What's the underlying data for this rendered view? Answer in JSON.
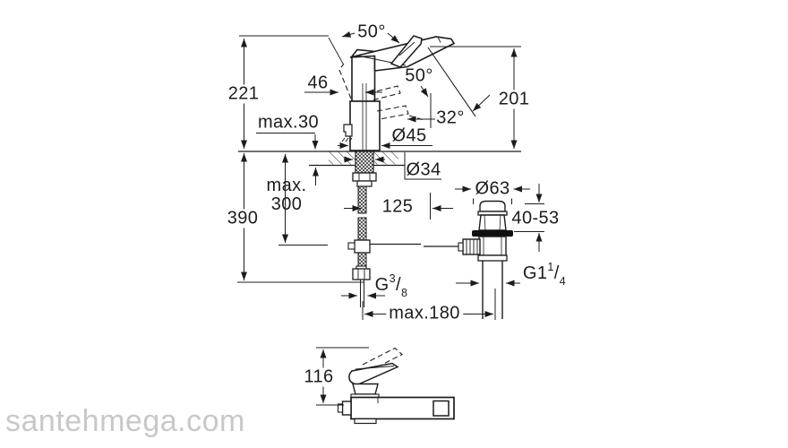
{
  "watermark": {
    "text": "santehmega.com",
    "color": "#c8c8c8"
  },
  "drawing": {
    "line_color": "#1c1c1c",
    "background": "#ffffff",
    "flange_fill": "#111111"
  },
  "labels": {
    "frac": "/",
    "total_height": "221",
    "deck_thickness_max": "max.30",
    "depth_below_deck": "390",
    "hose_length_max_line1": "max.",
    "hose_length_max_line2": "300",
    "handle_angle_open": "50°",
    "handle_offset": "46",
    "handle_angle_swing": "50°",
    "spout_height": "201",
    "spout_angle": "32°",
    "body_diameter": "Ø45",
    "shank_diameter": "Ø34",
    "waste_diameter": "Ø63",
    "center_distance": "125",
    "clamping_range": "40-53",
    "waste_thread": {
      "g": "G1",
      "num": "1",
      "den": "4"
    },
    "supply_thread": {
      "g": "G",
      "num": "3",
      "den": "8"
    },
    "projection_max": "max.180",
    "side_view_height": "116"
  }
}
